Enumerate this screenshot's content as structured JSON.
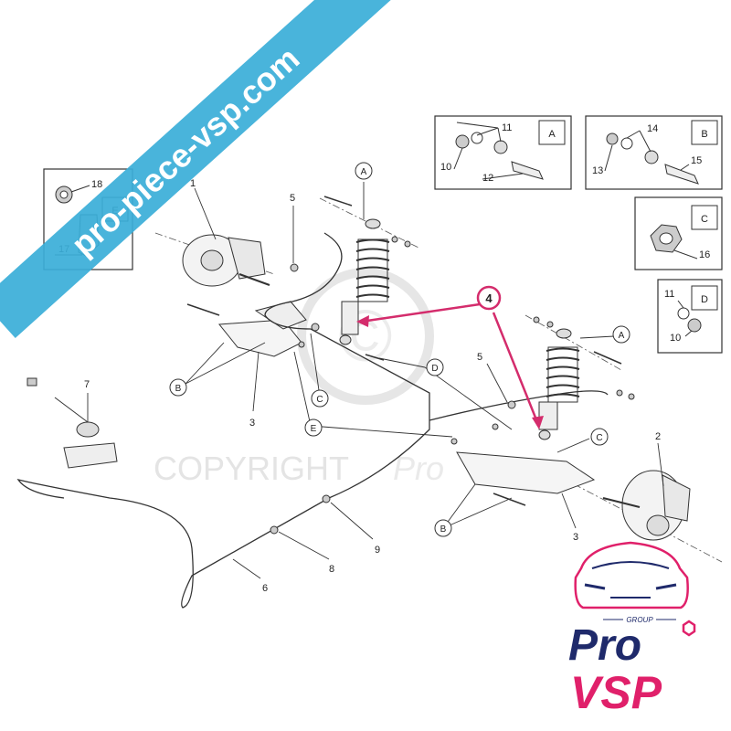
{
  "watermark": {
    "banner_text": "pro-piece-vsp.com",
    "copyright_text": "COPYRIGHT",
    "copyright_suffix": "Pro"
  },
  "logo": {
    "group_label": "GROUP",
    "line1": "Pro",
    "line2": "VSP",
    "colors": {
      "navy": "#1f2a6b",
      "magenta": "#e0206a"
    }
  },
  "colors": {
    "banner": "#3aaed8",
    "callout": "#d42c6c",
    "line": "#333333"
  },
  "detail_boxes": [
    {
      "letter": "A",
      "parts": [
        "11",
        "10",
        "12"
      ]
    },
    {
      "letter": "B",
      "parts": [
        "14",
        "13",
        "15"
      ]
    },
    {
      "letter": "C",
      "parts": [
        "16"
      ]
    },
    {
      "letter": "D",
      "parts": [
        "11",
        "10"
      ]
    },
    {
      "letter": "E",
      "parts": [
        "18",
        "17"
      ]
    }
  ],
  "callout_number": "4",
  "part_numbers": [
    "1",
    "2",
    "3",
    "3",
    "5",
    "5",
    "6",
    "7",
    "8",
    "9"
  ],
  "circle_labels": [
    "A",
    "A",
    "B",
    "B",
    "C",
    "C",
    "D",
    "E"
  ]
}
